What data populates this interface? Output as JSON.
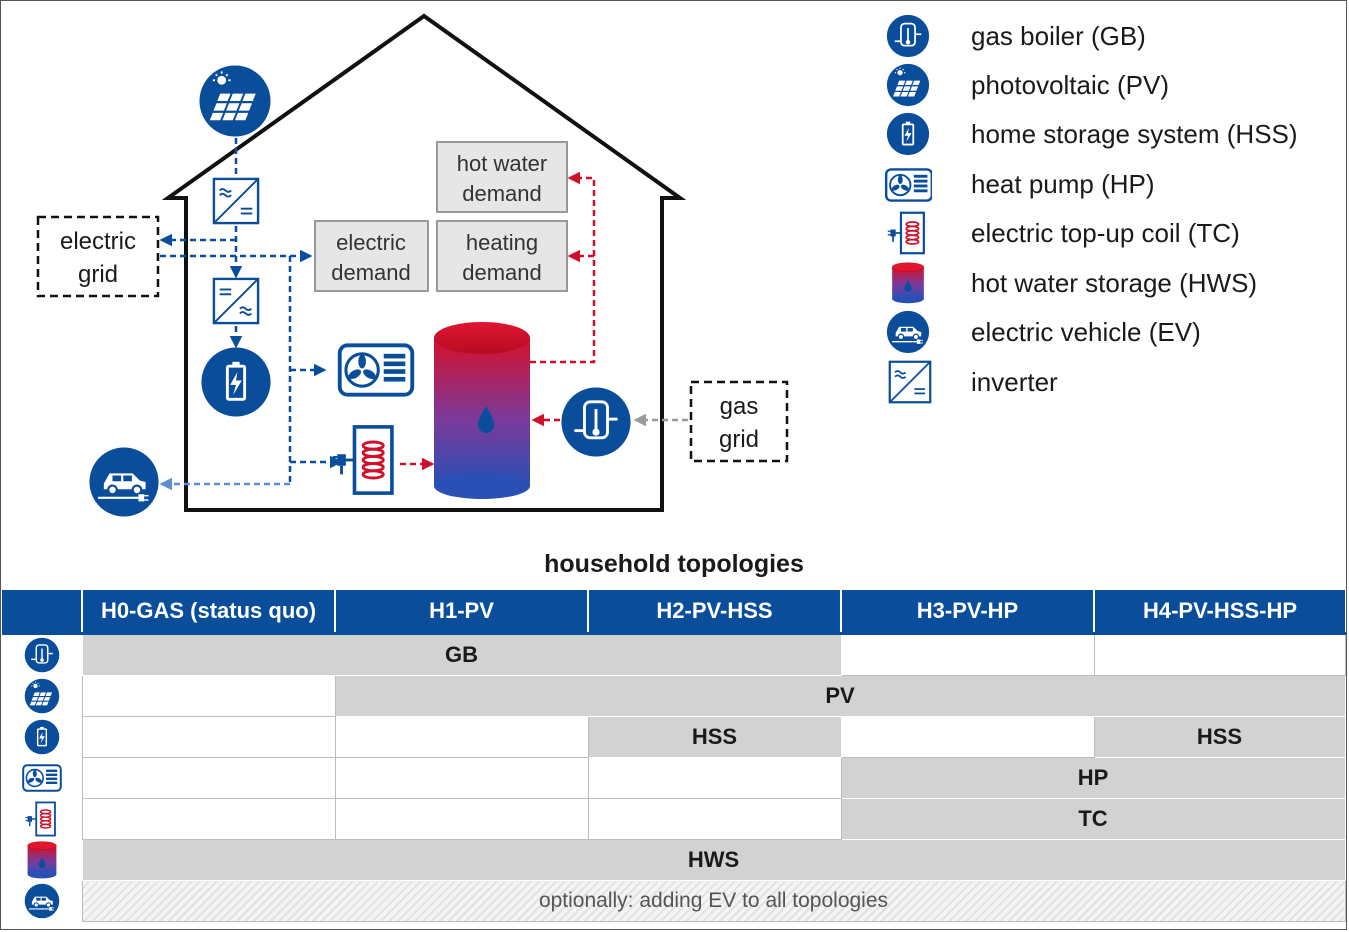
{
  "house": {
    "electric_grid": [
      "electric",
      "grid"
    ],
    "gas_grid": [
      "gas",
      "grid"
    ],
    "electric_demand": [
      "electric",
      "demand"
    ],
    "heating_demand": [
      "heating",
      "demand"
    ],
    "hot_water_demand": [
      "hot water",
      "demand"
    ]
  },
  "legend": [
    {
      "icon": "gas-boiler-icon",
      "label": "gas boiler (GB)"
    },
    {
      "icon": "photovoltaic-icon",
      "label": "photovoltaic (PV)"
    },
    {
      "icon": "home-storage-icon",
      "label": "home storage system (HSS)"
    },
    {
      "icon": "heat-pump-icon",
      "label": "heat pump (HP)"
    },
    {
      "icon": "top-up-coil-icon",
      "label": "electric top-up coil (TC)"
    },
    {
      "icon": "hot-water-storage-icon",
      "label": "hot water storage (HWS)"
    },
    {
      "icon": "electric-vehicle-icon",
      "label": "electric vehicle (EV)"
    },
    {
      "icon": "inverter-icon",
      "label": "inverter"
    }
  ],
  "table": {
    "title": "household  topologies",
    "columns": [
      "H0-GAS (status quo)",
      "H1-PV",
      "H2-PV-HSS",
      "H3-PV-HP",
      "H4-PV-HSS-HP"
    ],
    "rows": {
      "gb": "GB",
      "pv": "PV",
      "hss_h2": "HSS",
      "hss_h4": "HSS",
      "hp": "HP",
      "tc": "TC",
      "hws": "HWS",
      "ev_optional": "optionally: adding EV to all topologies"
    }
  },
  "colors": {
    "electric_blue": "#0a4e9b",
    "heat_red": "#d0102a",
    "gas_gray": "#999999",
    "cell_gray": "#d2d2d2",
    "demand_box": "#e6e6e6"
  }
}
